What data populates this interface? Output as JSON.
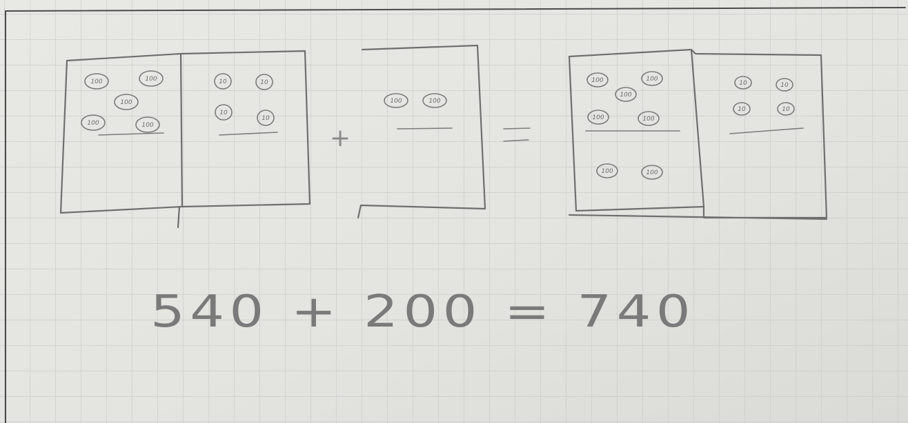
{
  "mats": {
    "first_addend": {
      "hundreds_discs": [
        "100",
        "100",
        "100",
        "100",
        "100"
      ],
      "tens_discs": [
        "10",
        "10",
        "10",
        "10"
      ]
    },
    "second_addend": {
      "hundreds_discs": [
        "100",
        "100"
      ]
    },
    "sum": {
      "hundreds_discs_top": [
        "100",
        "100",
        "100",
        "100",
        "100"
      ],
      "hundreds_discs_bottom": [
        "100",
        "100"
      ],
      "tens_discs": [
        "10",
        "10",
        "10",
        "10"
      ]
    }
  },
  "operators": {
    "plus": "+",
    "equals": "="
  },
  "equation": "540 + 200 = 740"
}
